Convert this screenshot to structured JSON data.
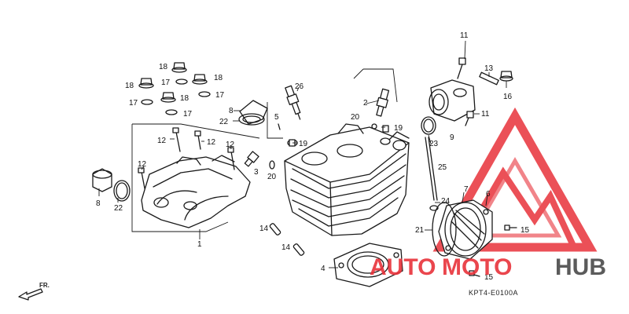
{
  "diagram": {
    "code": "KPT4-E0100A",
    "orientation_label": "FR.",
    "callouts": [
      {
        "id": "c11a",
        "text": "11"
      },
      {
        "id": "c13",
        "text": "13"
      },
      {
        "id": "c16",
        "text": "16"
      },
      {
        "id": "c11b",
        "text": "11"
      },
      {
        "id": "c9",
        "text": "9"
      },
      {
        "id": "c23",
        "text": "23"
      },
      {
        "id": "c25",
        "text": "25"
      },
      {
        "id": "c7",
        "text": "7"
      },
      {
        "id": "c6",
        "text": "6"
      },
      {
        "id": "c24",
        "text": "24"
      },
      {
        "id": "c21",
        "text": "21"
      },
      {
        "id": "c15a",
        "text": "15"
      },
      {
        "id": "c15b",
        "text": "15"
      },
      {
        "id": "c4",
        "text": "4"
      },
      {
        "id": "c14a",
        "text": "14"
      },
      {
        "id": "c14b",
        "text": "14"
      },
      {
        "id": "c26",
        "text": "26"
      },
      {
        "id": "c2",
        "text": "2"
      },
      {
        "id": "c20a",
        "text": "20"
      },
      {
        "id": "c19a",
        "text": "19"
      },
      {
        "id": "c19b",
        "text": "19"
      },
      {
        "id": "c5",
        "text": "5"
      },
      {
        "id": "c3",
        "text": "3"
      },
      {
        "id": "c20b",
        "text": "20"
      },
      {
        "id": "c8a",
        "text": "8"
      },
      {
        "id": "c22a",
        "text": "22"
      },
      {
        "id": "c18a",
        "text": "18"
      },
      {
        "id": "c18b",
        "text": "18"
      },
      {
        "id": "c18c",
        "text": "18"
      },
      {
        "id": "c18d",
        "text": "18"
      },
      {
        "id": "c17a",
        "text": "17"
      },
      {
        "id": "c17b",
        "text": "17"
      },
      {
        "id": "c17c",
        "text": "17"
      },
      {
        "id": "c17d",
        "text": "17"
      },
      {
        "id": "c12a",
        "text": "12"
      },
      {
        "id": "c12b",
        "text": "12"
      },
      {
        "id": "c12c",
        "text": "12"
      },
      {
        "id": "c12d",
        "text": "12"
      },
      {
        "id": "c8b",
        "text": "8"
      },
      {
        "id": "c22b",
        "text": "22"
      },
      {
        "id": "c1",
        "text": "1"
      }
    ]
  },
  "watermark": {
    "brand_part1": "AUTO",
    "brand_part2": "MOTO",
    "brand_part3": "HUB",
    "color_red": "#e8323a",
    "color_dark": "#4a4a4a"
  }
}
